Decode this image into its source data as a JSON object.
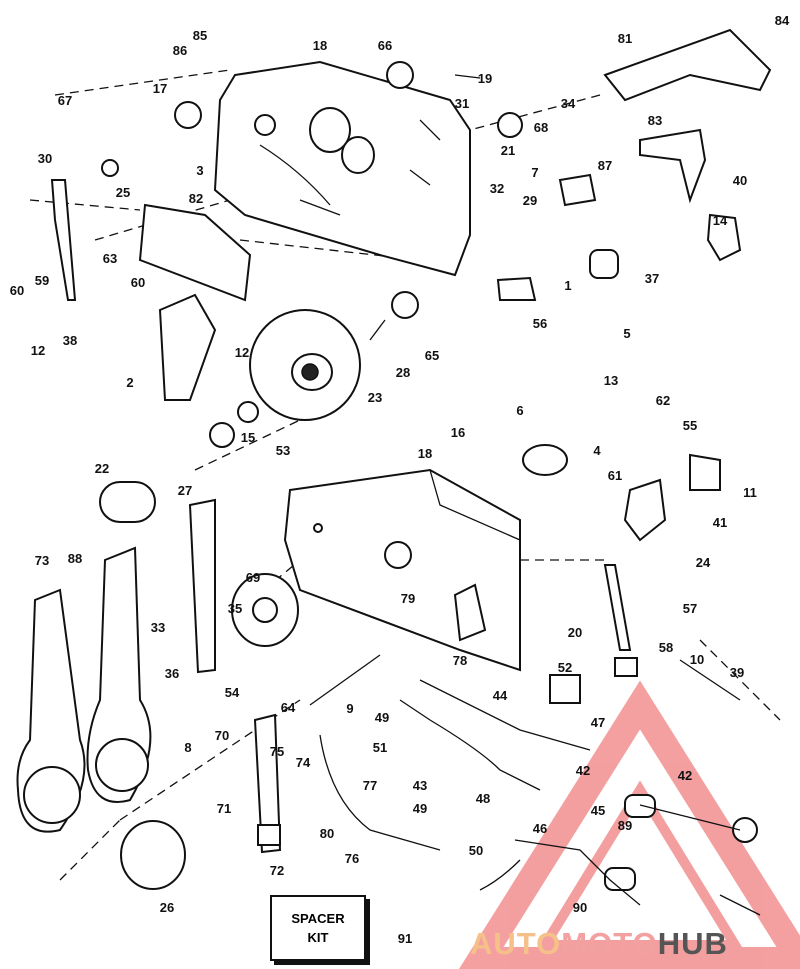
{
  "diagram": {
    "title": "Remote control exploded parts diagram",
    "labels": [
      "85",
      "86",
      "18",
      "66",
      "19",
      "84",
      "81",
      "67",
      "17",
      "31",
      "34",
      "68",
      "83",
      "3",
      "30",
      "25",
      "82",
      "21",
      "7",
      "87",
      "40",
      "32",
      "29",
      "14",
      "63",
      "60",
      "60",
      "59",
      "37",
      "1",
      "56",
      "5",
      "65",
      "12",
      "38",
      "12",
      "28",
      "2",
      "23",
      "13",
      "62",
      "6",
      "55",
      "16",
      "4",
      "11",
      "15",
      "53",
      "18",
      "22",
      "27",
      "61",
      "41",
      "24",
      "73",
      "88",
      "69",
      "79",
      "57",
      "35",
      "33",
      "20",
      "36",
      "54",
      "64",
      "78",
      "52",
      "58",
      "10",
      "39",
      "44",
      "9",
      "49",
      "70",
      "8",
      "47",
      "51",
      "75",
      "74",
      "42",
      "42",
      "43",
      "77",
      "48",
      "45",
      "49",
      "89",
      "46",
      "71",
      "80",
      "50",
      "76",
      "72",
      "26",
      "90",
      "91"
    ],
    "spacer_kit": {
      "line1": "SPACER",
      "line2": "KIT"
    },
    "watermark": {
      "part1": "AUTO",
      "part2": "MOTO",
      "part3": "HUB",
      "color_triangle": "#f08080"
    }
  }
}
